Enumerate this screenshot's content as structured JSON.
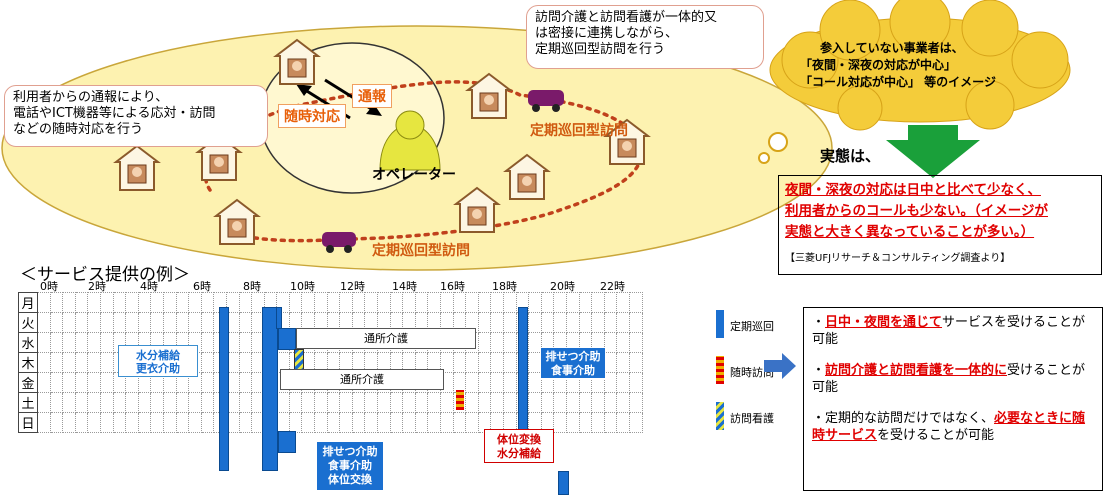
{
  "balloon_top_text": [
    "訪問介護と訪問看護が一体的又",
    "は密接に連携しながら、",
    "定期巡回型訪問を行う"
  ],
  "balloon_left_text": [
    "利用者からの通報により、",
    "電話やICT機器等による応対・訪問",
    "などの随時対応を行う"
  ],
  "tags": {
    "report": "通報",
    "anytime": "随時対応"
  },
  "operator_label": "オペレーター",
  "route_labels": [
    "定期巡回型訪問",
    "定期巡回型訪問"
  ],
  "cloud_text": [
    "参入していない事業者は、",
    "「夜間・深夜の対応が中心」",
    "「コール対応が中心」 等のイメージ"
  ],
  "reality_label": "実態は、",
  "reality_text": [
    "夜間・深夜の対応は日中と比べて少なく、",
    "利用者からのコールも少ない。（イメージが",
    "実態と大きく異なっていることが多い。）"
  ],
  "source_text": "【三菱UFJリサーチ＆コンサルティング調査より】",
  "schedule_title": "＜サービス提供の例＞",
  "hours": [
    "0時",
    "2時",
    "4時",
    "6時",
    "8時",
    "10時",
    "12時",
    "14時",
    "16時",
    "18時",
    "20時",
    "22時"
  ],
  "days": [
    "月",
    "火",
    "水",
    "木",
    "金",
    "土",
    "日"
  ],
  "daycare_label": "通所介護",
  "callouts": {
    "water_change": [
      "水分補給",
      "更衣介助"
    ],
    "toilet_meal_right": [
      "排せつ介助",
      "食事介助"
    ],
    "toilet_meal_bottom": [
      "排せつ介助",
      "食事介助",
      "体位交換"
    ],
    "position_water": [
      "体位変換",
      "水分補給"
    ]
  },
  "legend": {
    "regular": "定期巡回",
    "anytime": "随時訪問",
    "nursing": "訪問看護"
  },
  "benefits": {
    "b1_prefix": "・",
    "b1_red": "日中・夜間を通じて",
    "b1_rest": "サービスを受けることが可能",
    "b2_prefix": "・",
    "b2_red": "訪問介護と訪問看護を一体的に",
    "b2_rest": "受けることが可能",
    "b3_prefix": "・定期的な訪問だけではなく、",
    "b3_red": "必要なときに随時サービス",
    "b3_rest": "を受けることが可能"
  }
}
